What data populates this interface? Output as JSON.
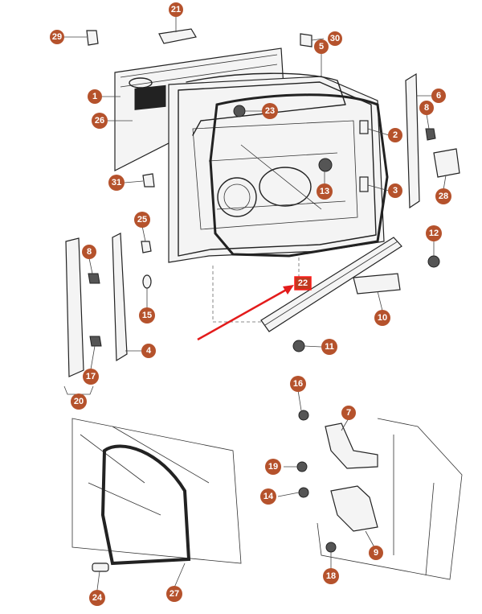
{
  "diagram": {
    "callouts": [
      "21",
      "29",
      "30",
      "5",
      "1",
      "26",
      "23",
      "2",
      "6",
      "8",
      "31",
      "13",
      "3",
      "28",
      "25",
      "12",
      "8",
      "15",
      "22",
      "10",
      "4",
      "11",
      "17",
      "20",
      "16",
      "7",
      "19",
      "14",
      "9",
      "18",
      "24",
      "27"
    ],
    "highlighted_callout": "22",
    "colors": {
      "callout_fill": "#b5522c",
      "highlight_box": "#ff1a1a",
      "highlight_arrow": "#e31b1b",
      "line_art": "#222222"
    }
  }
}
